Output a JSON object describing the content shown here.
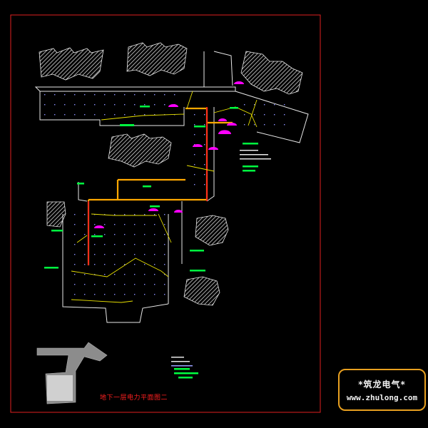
{
  "drawing": {
    "title": "地下一层电力平面图二"
  },
  "watermark": {
    "line1": "*筑龙电气*",
    "line2": "www.zhulong.com"
  },
  "colors": {
    "background": "#000000",
    "frame": "#e02020",
    "wall": "#e8e8e8",
    "power_trunk": "#ffa800",
    "power_trunk_alt": "#ff2020",
    "wiring": "#e8e000",
    "equipment": "#ff00ff",
    "labels": "#00ff40",
    "column_grid": "#9aa0ff",
    "stamp_border": "#e8a020"
  }
}
